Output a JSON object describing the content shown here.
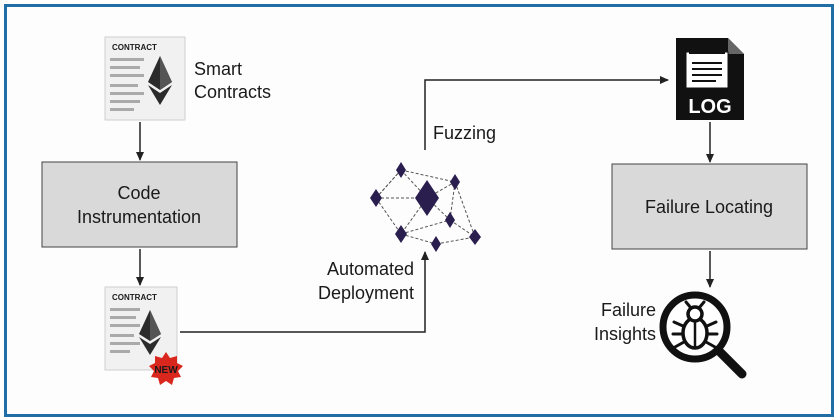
{
  "smart_contracts": {
    "line1": "Smart",
    "line2": "Contracts"
  },
  "contract_doc_top": {
    "header": "CONTRACT"
  },
  "code_instrumentation": {
    "line1": "Code",
    "line2": "Instrumentation"
  },
  "contract_doc_bottom": {
    "header": "CONTRACT",
    "badge": "NEW"
  },
  "automated_deployment": {
    "line1": "Automated",
    "line2": "Deployment"
  },
  "fuzzing": {
    "label": "Fuzzing"
  },
  "log_file": {
    "label": "LOG"
  },
  "failure_locating": {
    "label": "Failure Locating"
  },
  "failure_insights": {
    "line1": "Failure",
    "line2": "Insights"
  },
  "colors": {
    "frame": "#1f6ea6",
    "box_fill": "#d9d9d9",
    "diamond": "#2a1e4e",
    "badge": "#d9271e"
  }
}
